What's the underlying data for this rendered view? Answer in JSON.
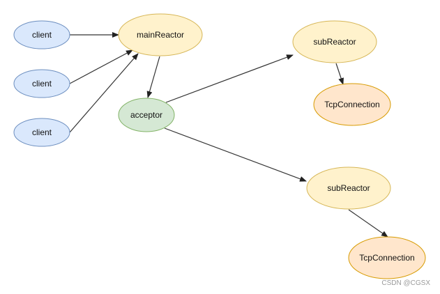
{
  "nodes": [
    {
      "id": "client1",
      "label": "client",
      "kind": "client",
      "fill": "#dae8fc",
      "stroke": "#6c8ebf"
    },
    {
      "id": "client2",
      "label": "client",
      "kind": "client",
      "fill": "#dae8fc",
      "stroke": "#6c8ebf"
    },
    {
      "id": "client3",
      "label": "client",
      "kind": "client",
      "fill": "#dae8fc",
      "stroke": "#6c8ebf"
    },
    {
      "id": "mainReactor",
      "label": "mainReactor",
      "kind": "main-reactor",
      "fill": "#fff2cc",
      "stroke": "#d6b656"
    },
    {
      "id": "acceptor",
      "label": "acceptor",
      "kind": "acceptor",
      "fill": "#d5e8d4",
      "stroke": "#82b366"
    },
    {
      "id": "subReactor1",
      "label": "subReactor",
      "kind": "sub-reactor",
      "fill": "#fff2cc",
      "stroke": "#d6b656"
    },
    {
      "id": "tcp1",
      "label": "TcpConnection",
      "kind": "tcp-connection",
      "fill": "#ffe6cc",
      "stroke": "#d79b00"
    },
    {
      "id": "subReactor2",
      "label": "subReactor",
      "kind": "sub-reactor",
      "fill": "#fff2cc",
      "stroke": "#d6b656"
    },
    {
      "id": "tcp2",
      "label": "TcpConnection",
      "kind": "tcp-connection",
      "fill": "#ffe6cc",
      "stroke": "#d79b00"
    }
  ],
  "edges": [
    {
      "from": "client1",
      "to": "mainReactor"
    },
    {
      "from": "client2",
      "to": "mainReactor"
    },
    {
      "from": "client3",
      "to": "mainReactor"
    },
    {
      "from": "mainReactor",
      "to": "acceptor"
    },
    {
      "from": "acceptor",
      "to": "subReactor1"
    },
    {
      "from": "acceptor",
      "to": "subReactor2"
    },
    {
      "from": "subReactor1",
      "to": "tcp1"
    },
    {
      "from": "subReactor2",
      "to": "tcp2"
    }
  ],
  "edge_color": "#333333",
  "watermark": "CSDN @CGSX"
}
